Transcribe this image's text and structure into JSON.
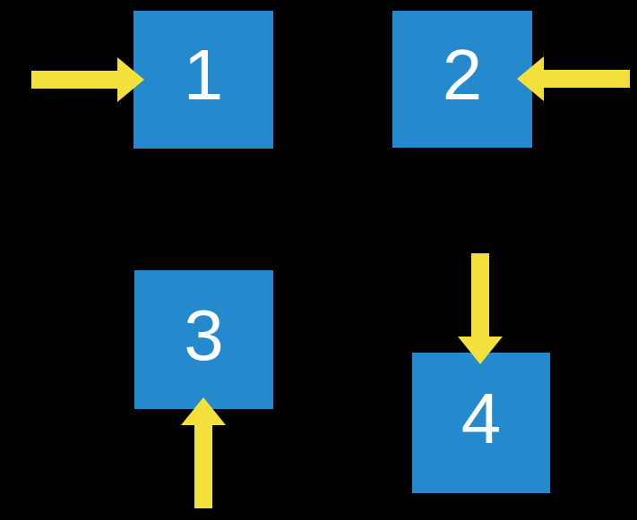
{
  "diagram": {
    "squares": [
      {
        "label": "1",
        "arrow": "points-right-into-left-side"
      },
      {
        "label": "2",
        "arrow": "points-left-into-right-side"
      },
      {
        "label": "3",
        "arrow": "points-up-into-bottom-side"
      },
      {
        "label": "4",
        "arrow": "points-down-into-top-side"
      }
    ],
    "colors": {
      "background": "#000000",
      "square": "#2589CE",
      "arrow": "#F4E03A",
      "label": "#FFFFFF"
    }
  }
}
